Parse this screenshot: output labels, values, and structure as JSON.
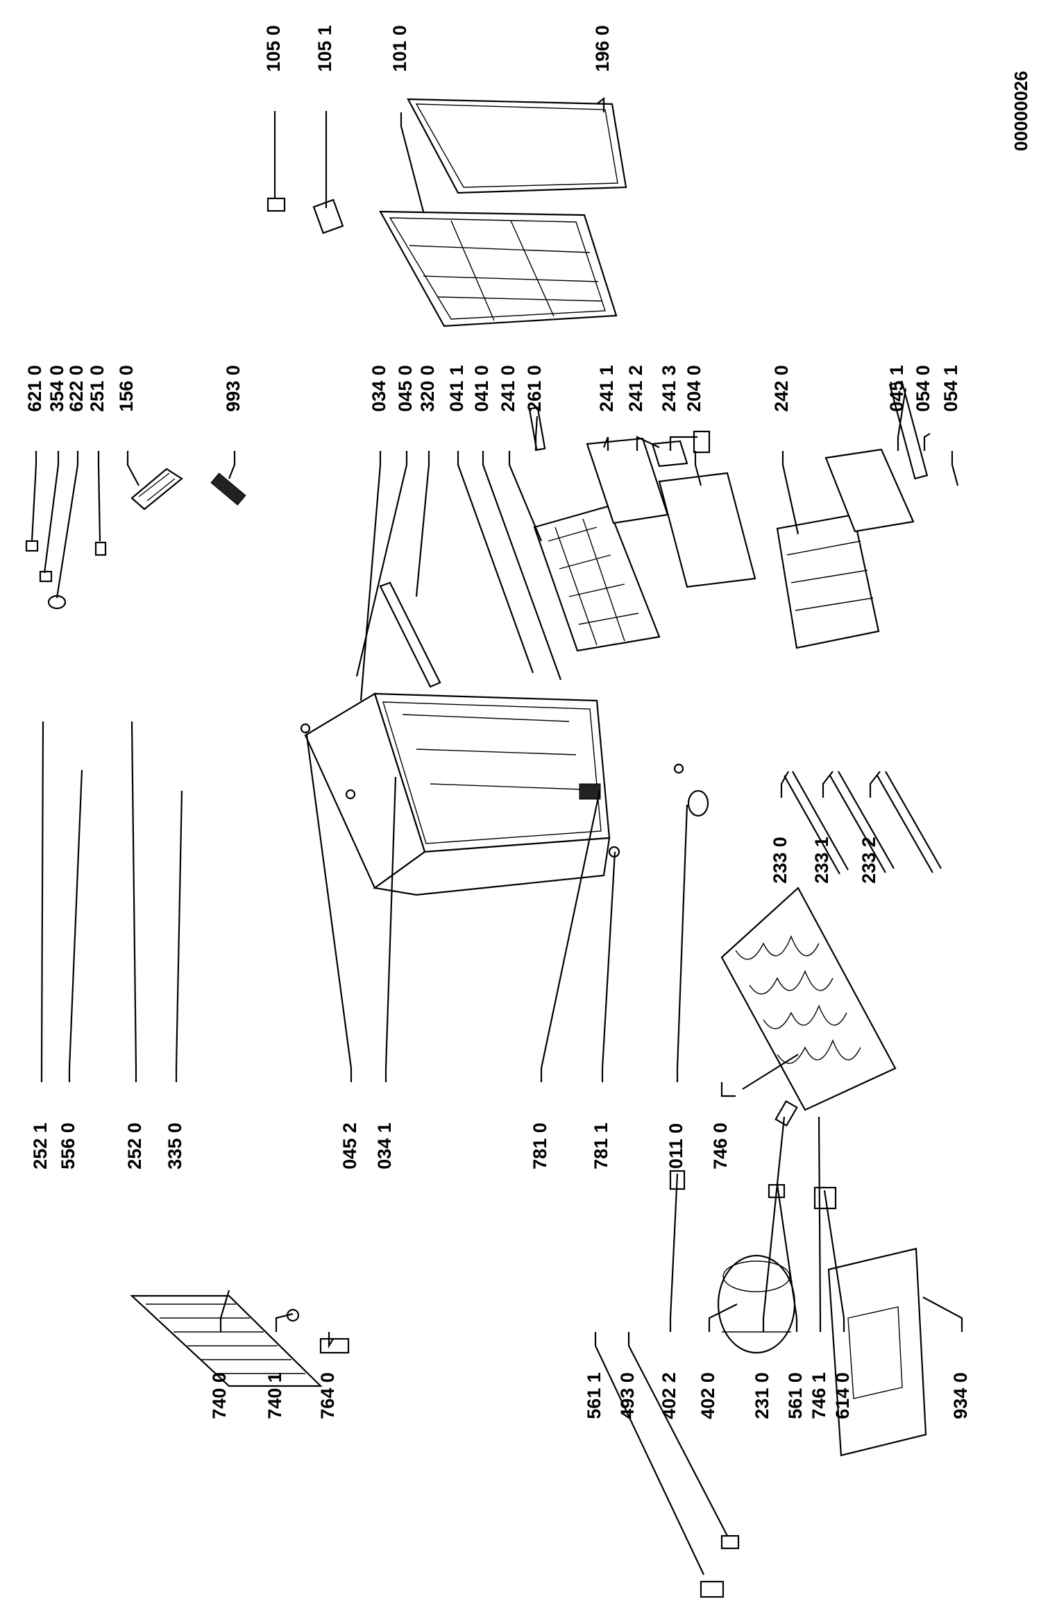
{
  "diagram": {
    "document_id": "00000026",
    "part_labels": [
      "105 0",
      "105 1",
      "101 0",
      "196 0",
      "621 0",
      "354 0",
      "622 0",
      "251 0",
      "156 0",
      "993 0",
      "034 0",
      "045 0",
      "320 0",
      "041 1",
      "041 0",
      "241 0",
      "261 0",
      "241 1",
      "241 2",
      "241 3",
      "204 0",
      "242 0",
      "045 1",
      "054 0",
      "054 1",
      "233 0",
      "233 1",
      "233 2",
      "252 1",
      "556 0",
      "252 0",
      "335 0",
      "045 2",
      "034 1",
      "781 0",
      "781 1",
      "011 0",
      "746 0",
      "740 0",
      "740 1",
      "764 0",
      "561 1",
      "493 0",
      "402 2",
      "402 0",
      "231 0",
      "561 0",
      "746 1",
      "614 0",
      "934 0"
    ]
  }
}
